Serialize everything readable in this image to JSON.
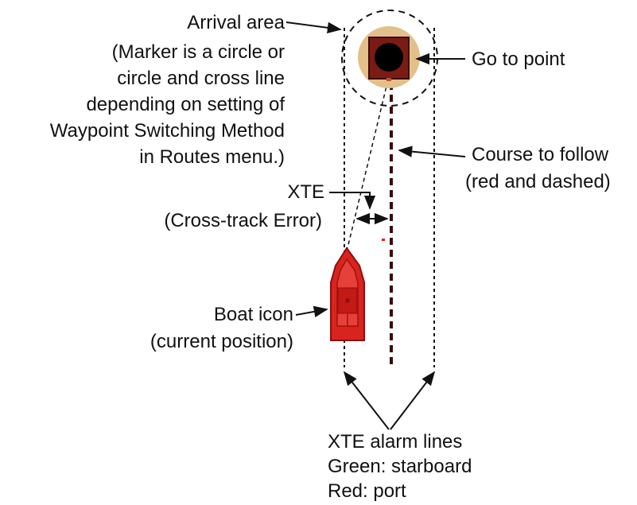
{
  "labels": {
    "arrival_area": {
      "title": "Arrival area",
      "note_line1": "(Marker is a circle or",
      "note_line2": "circle and cross line",
      "note_line3": "depending on setting of",
      "note_line4": "Waypoint Switching Method",
      "note_line5": "in Routes menu.)"
    },
    "go_to_point": "Go to point",
    "course": {
      "line1": "Course to follow",
      "line2": "(red and dashed)"
    },
    "xte": {
      "line1": "XTE",
      "line2": "(Cross-track Error)"
    },
    "boat": {
      "line1": "Boat icon",
      "line2": "(current position)"
    },
    "alarm": {
      "line1": "XTE alarm lines",
      "line2": "Green: starboard",
      "line3": "Red: port"
    }
  },
  "colors": {
    "course_line": "#3a0a0a",
    "waypoint_halo": "#e3c08a",
    "waypoint_square": "#7a1c14",
    "boat_body": "#d8231f",
    "boat_dark": "#8f0f0f",
    "text": "#111111"
  },
  "icons": [
    "waypoint-marker-icon",
    "boat-icon"
  ]
}
